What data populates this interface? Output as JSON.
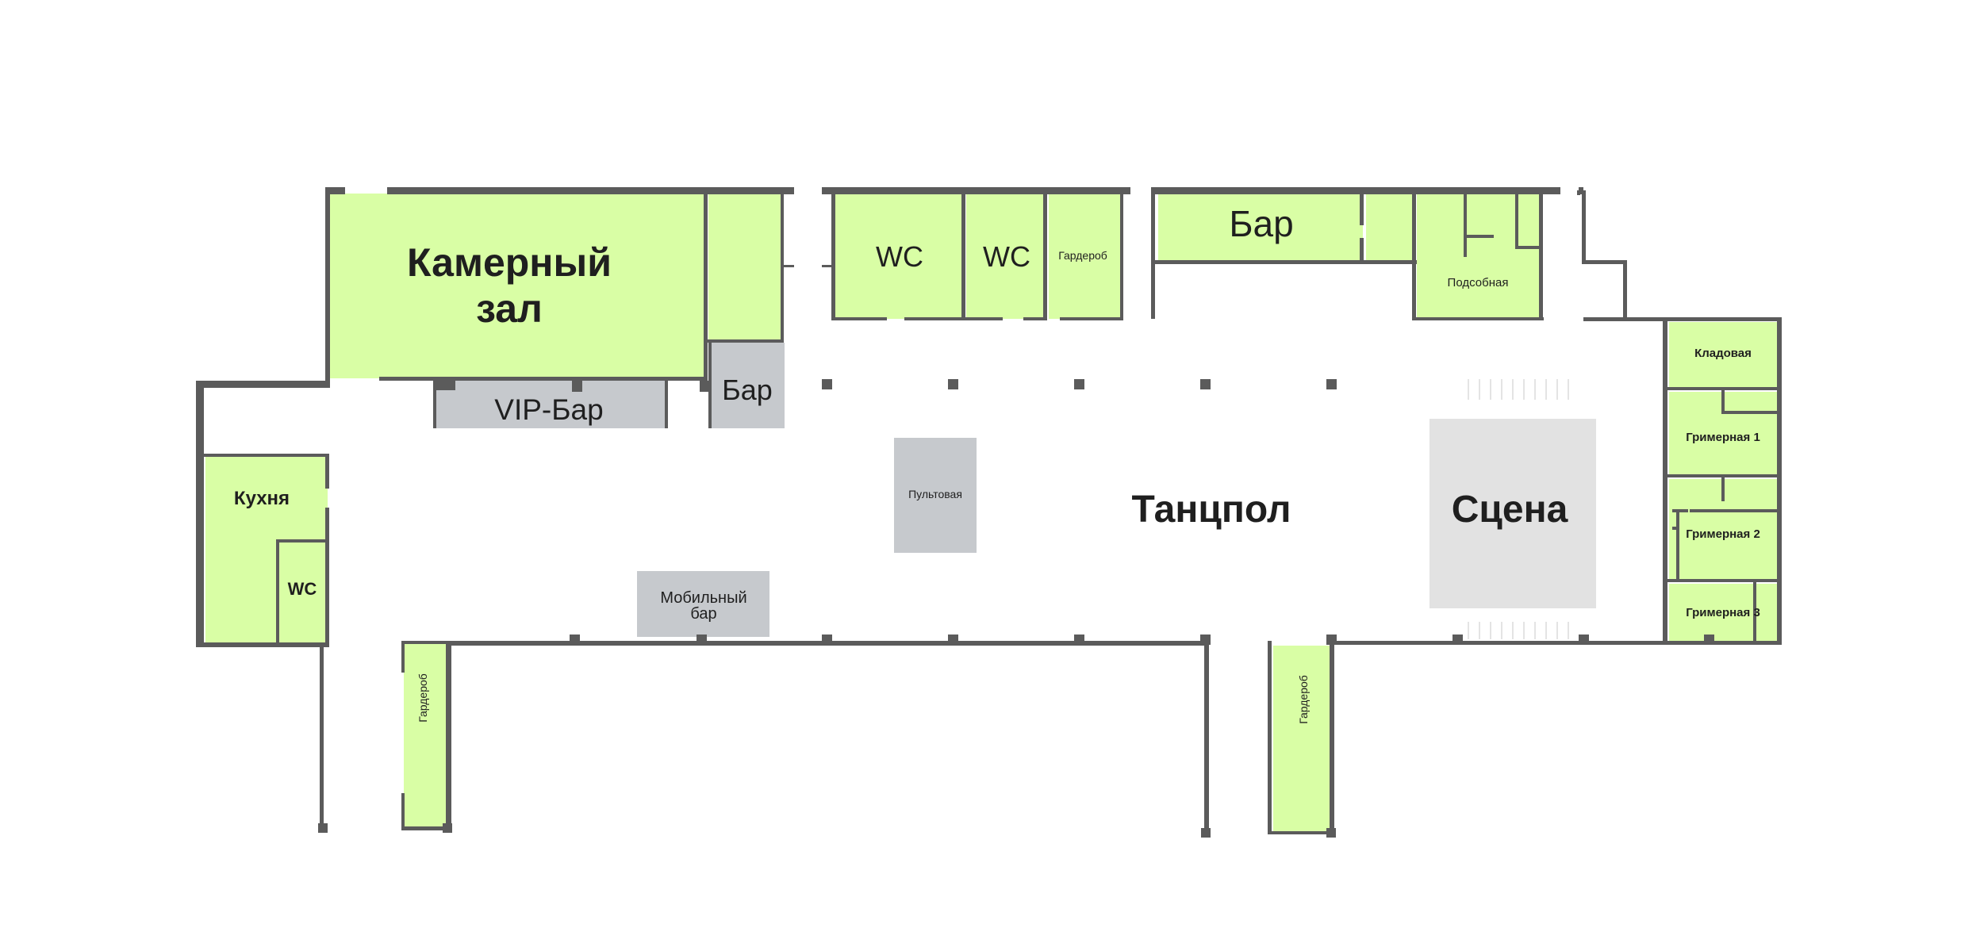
{
  "colors": {
    "room_green": "#d9fea5",
    "bar_grey": "#c6c9cd",
    "stage_grey": "#e2e2e2",
    "wall": "#5b5b5b",
    "text": "#1f1f1f"
  },
  "rooms": {
    "kamerny_line1": "Камерный",
    "kamerny_line2": "зал",
    "vip_bar": "VIP-Бар",
    "bar_small": "Бар",
    "wc_top_1": "WC",
    "wc_top_2": "WC",
    "garderob_top": "Гардероб",
    "bar_top": "Бар",
    "podsobnaya": "Подсобная",
    "kladovaya": "Кладовая",
    "grimernaya_1": "Гримерная 1",
    "grimernaya_2": "Гримерная 2",
    "grimernaya_3": "Гримерная 3",
    "kuhnya": "Кухня",
    "wc_kitchen": "WC",
    "pultovaya": "Пультовая",
    "mobile_bar_line1": "Мобильный",
    "mobile_bar_line2": "бар",
    "tancpol": "Танцпол",
    "scena": "Сцена",
    "garderob_left": "Гардероб",
    "garderob_right": "Гардероб"
  }
}
